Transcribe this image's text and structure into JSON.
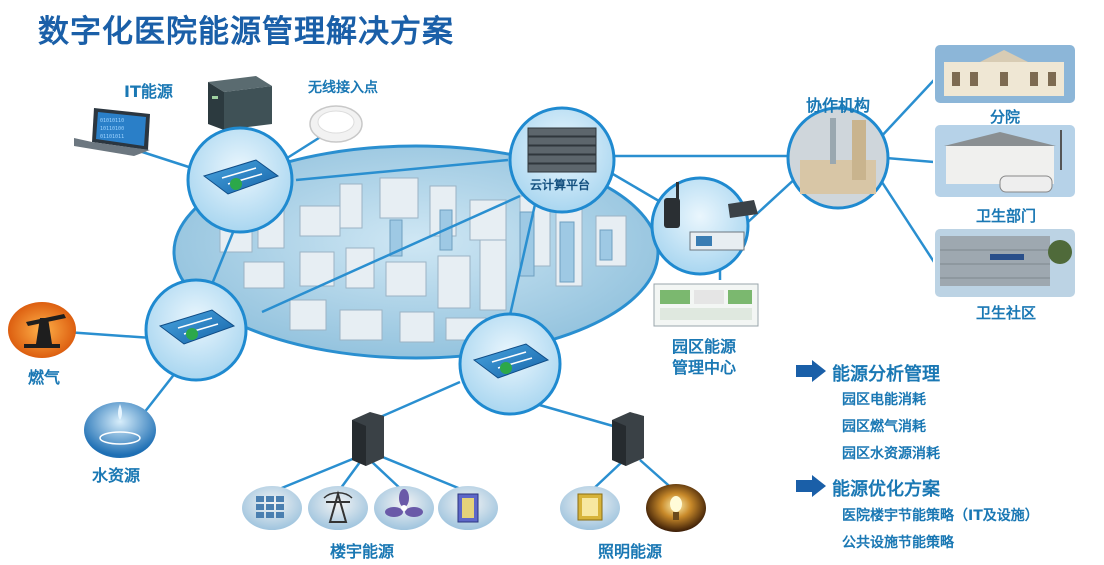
{
  "title": "数字化医院能源管理解决方案",
  "nodes": {
    "it_energy": "IT能源",
    "wireless_ap": "无线接入点",
    "cloud_platform": "云计算平台",
    "gas": "燃气",
    "water": "水资源",
    "building_energy": "楼宇能源",
    "lighting_energy": "照明能源",
    "campus_center_line1": "园区能源",
    "campus_center_line2": "管理中心",
    "collaboration": "协作机构",
    "branch_hospital": "分院",
    "health_dept": "卫生部门",
    "health_community": "卫生社区"
  },
  "legend": {
    "section1": {
      "heading": "能源分析管理",
      "items": [
        "园区电能消耗",
        "园区燃气消耗",
        "园区水资源消耗"
      ]
    },
    "section2": {
      "heading": "能源优化方案",
      "items": [
        "医院楼宇节能策略（IT及设施）",
        "公共设施节能策略"
      ]
    }
  },
  "colors": {
    "accent": "#1a78b4",
    "title": "#1a5fa8",
    "line": "#2a8fd0",
    "hub_fill": "#cde9f8",
    "hub_border": "#1f8ad0"
  }
}
